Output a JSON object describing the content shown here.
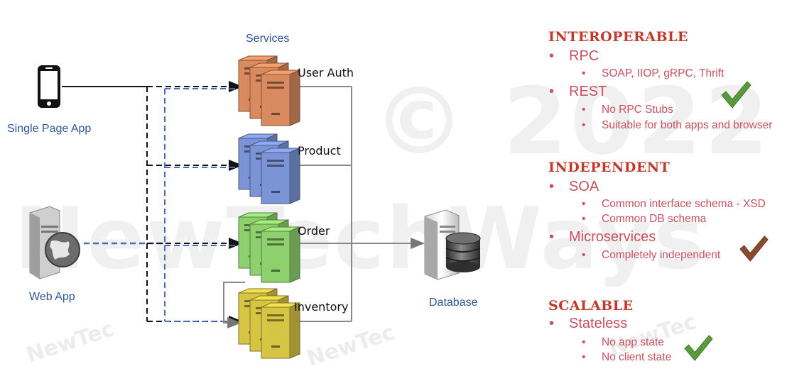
{
  "watermarks": {
    "copyright": "© 2022",
    "brand": "NewTechWays",
    "small": [
      "NewTec",
      "NewTec",
      "NewTec"
    ]
  },
  "diagram": {
    "services_title": "Services",
    "clients": [
      {
        "label": "Single Page App",
        "icon": "mobile-phone-icon"
      },
      {
        "label": "Web App",
        "icon": "web-server-globe-icon"
      }
    ],
    "services": [
      {
        "label": "User Auth",
        "color": "#d98b5f"
      },
      {
        "label": "Product",
        "color": "#7b94d6"
      },
      {
        "label": "Order",
        "color": "#8fd06e"
      },
      {
        "label": "Inventory",
        "color": "#d6c445"
      }
    ],
    "database": {
      "label": "Database",
      "icon": "database-server-icon"
    }
  },
  "notes": {
    "sections": [
      {
        "title": "Interoperable",
        "items": [
          {
            "label": "RPC",
            "subitems": [
              "SOAP, IIOP, gRPC, Thrift"
            ]
          },
          {
            "label": "REST",
            "check": "green",
            "subitems": [
              "No RPC Stubs",
              "Suitable for both apps and browser"
            ]
          }
        ]
      },
      {
        "title": "Independent",
        "items": [
          {
            "label": "SOA",
            "subitems": [
              "Common interface schema - XSD",
              "Common DB schema"
            ]
          },
          {
            "label": "Microservices",
            "check": "brown",
            "subitems": [
              "Completely independent"
            ]
          }
        ]
      },
      {
        "title": "Scalable",
        "items": [
          {
            "label": "Stateless",
            "check": "green",
            "subitems": [
              "No app state",
              "No client state"
            ]
          }
        ]
      }
    ],
    "bullet": "•"
  },
  "colors": {
    "header": "#c0392b",
    "text": "#c95060",
    "label": "#2f5597",
    "check_green": "#5a9a3c",
    "check_brown": "#8a4a30"
  }
}
